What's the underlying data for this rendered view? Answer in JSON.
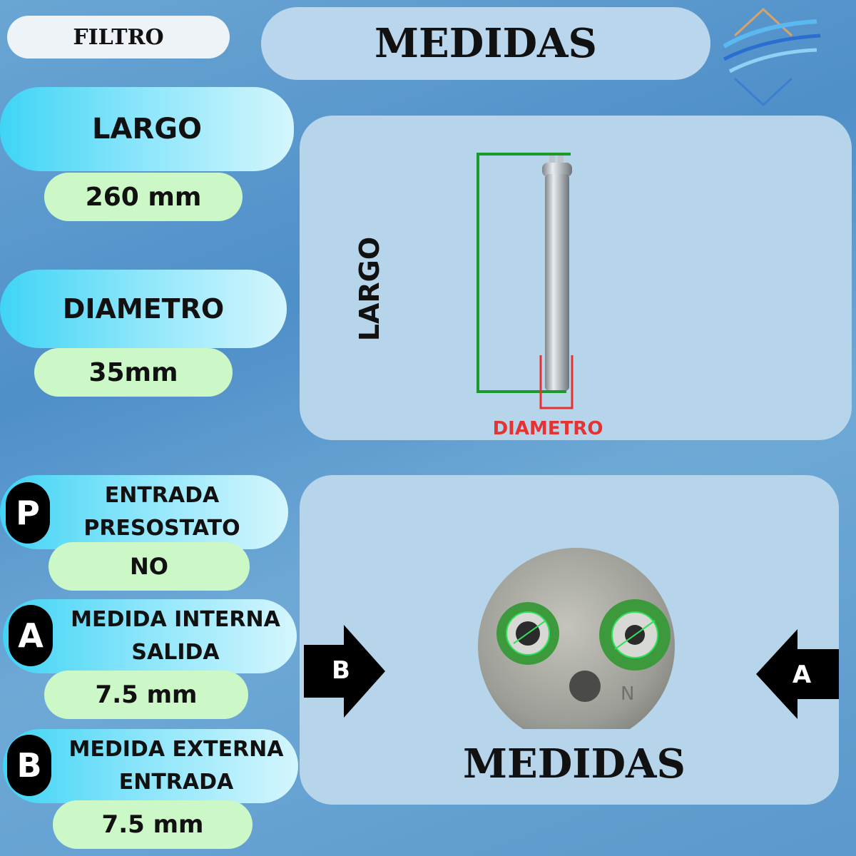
{
  "header": {
    "category": "FILTRO",
    "title": "MEDIDAS"
  },
  "specs": {
    "largo_label": "LARGO",
    "largo_value": "260 mm",
    "diametro_label": "DIAMETRO",
    "diametro_value": "35mm",
    "presostato_badge": "P",
    "presostato_line1": "ENTRADA",
    "presostato_line2": "PRESOSTATO",
    "presostato_value": "NO",
    "salida_badge": "A",
    "salida_line1": "MEDIDA INTERNA",
    "salida_line2": "SALIDA",
    "salida_value": "7.5 mm",
    "entrada_badge": "B",
    "entrada_line1": "MEDIDA EXTERNA",
    "entrada_line2": "ENTRADA",
    "entrada_value": "7.5 mm"
  },
  "diagram": {
    "largo_label": "LARGO",
    "diametro_label": "DIAMETRO",
    "largo_color": "#1a9a2a",
    "diametro_color": "#e53333"
  },
  "ports": {
    "arrow_b_label": "B",
    "arrow_a_label": "A",
    "footer_title": "MEDIDAS",
    "port_label": "N"
  },
  "colors": {
    "badge": "#000000",
    "value_pill": "#ccf7c6",
    "label_pill": "#3fd4f5",
    "panel": "#b6d4ea"
  }
}
